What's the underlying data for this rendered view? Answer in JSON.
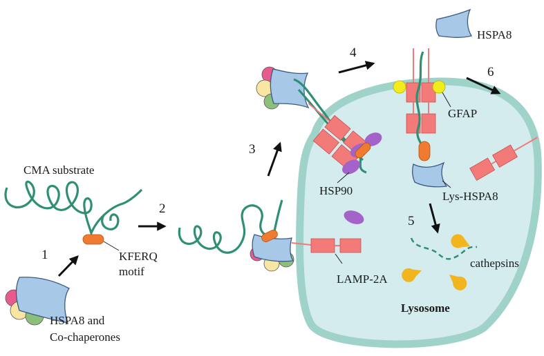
{
  "labels": {
    "cma_substrate": "CMA substrate",
    "kferq_line1": "KFERQ",
    "kferq_line2": "motif",
    "hspa8_line1": "HSPA8 and",
    "hspa8_line2": "Co-chaperones",
    "hsp90": "HSP90",
    "lamp2a": "LAMP-2A",
    "gfap": "GFAP",
    "lys_hspa8": "Lys-HSPA8",
    "hspa8_free": "HSPA8",
    "cathepsins": "cathepsins",
    "lysosome": "Lysosome"
  },
  "steps": [
    "1",
    "2",
    "3",
    "4",
    "5",
    "6"
  ],
  "colors": {
    "lysosome_fill": "#d4ecee",
    "lysosome_border": "#9fd2c9",
    "substrate": "#2e8f74",
    "kferq": "#ee7b2f",
    "hspa8": "#a8c8e8",
    "lamp2a": "#f27a78",
    "hsp90": "#a463c8",
    "gfap": "#f3ec1c",
    "cathepsin": "#f2b51d",
    "cochap_pink": "#e95b8f",
    "cochap_yellow": "#f8e6a2",
    "cochap_green": "#8cc07a"
  }
}
